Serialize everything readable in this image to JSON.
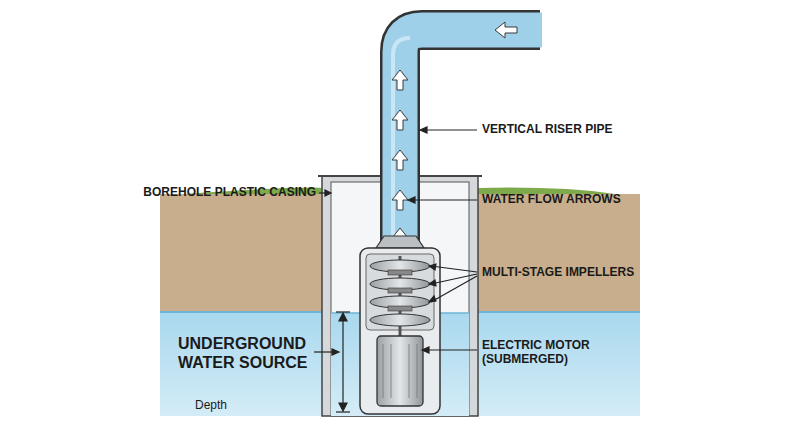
{
  "diagram": {
    "labels": [
      "VERTICAL RISER PIPE",
      "BOREHOLE PLASTIC CASING",
      "WATER FLOW ARROWS",
      "MULTI-STAGE IMPELLERS",
      "ELECTRIC MOTOR (SUBMERGED)",
      "UNDERGROUND WATER SOURCE",
      "Depth"
    ]
  }
}
